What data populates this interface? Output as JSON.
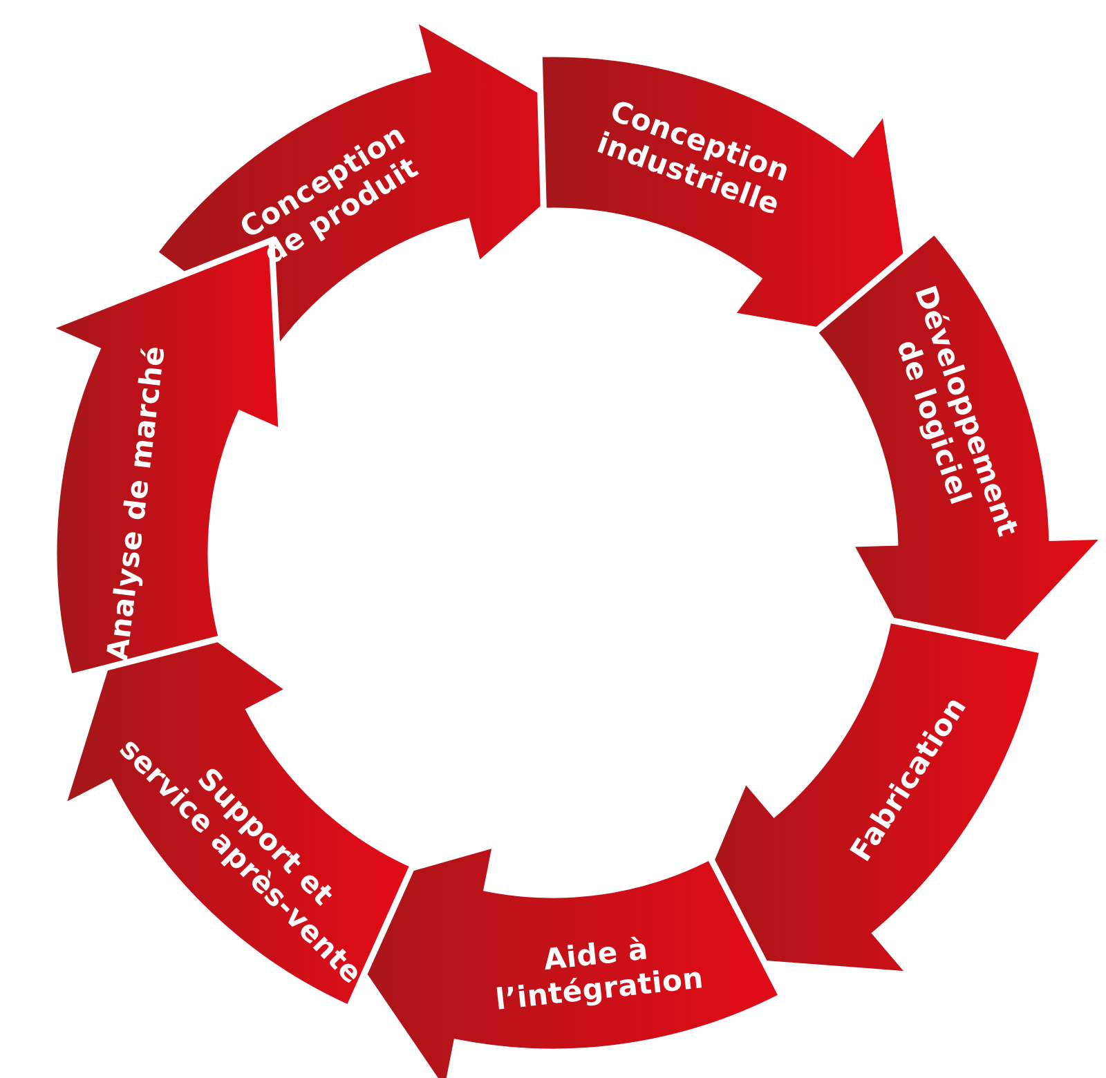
{
  "diagram": {
    "type": "cycle",
    "fill_light": "#e30b17",
    "fill_dark": "#a3171a",
    "separator_color": "#ffffff",
    "background": "#ffffff",
    "stages": [
      {
        "id": "conception-produit",
        "lines": [
          "Conception",
          "de produit"
        ]
      },
      {
        "id": "conception-industrielle",
        "lines": [
          "Conception",
          "industrielle"
        ]
      },
      {
        "id": "developpement-logiciel",
        "lines": [
          "Développement",
          "de logiciel"
        ]
      },
      {
        "id": "fabrication",
        "lines": [
          "Fabrication"
        ]
      },
      {
        "id": "aide-integration",
        "lines": [
          "Aide à",
          "l’intégration"
        ]
      },
      {
        "id": "support-apres-vente",
        "lines": [
          "Support et",
          "service après-vente"
        ]
      },
      {
        "id": "analyse-marche",
        "lines": [
          "Analyse de marché"
        ]
      }
    ]
  }
}
